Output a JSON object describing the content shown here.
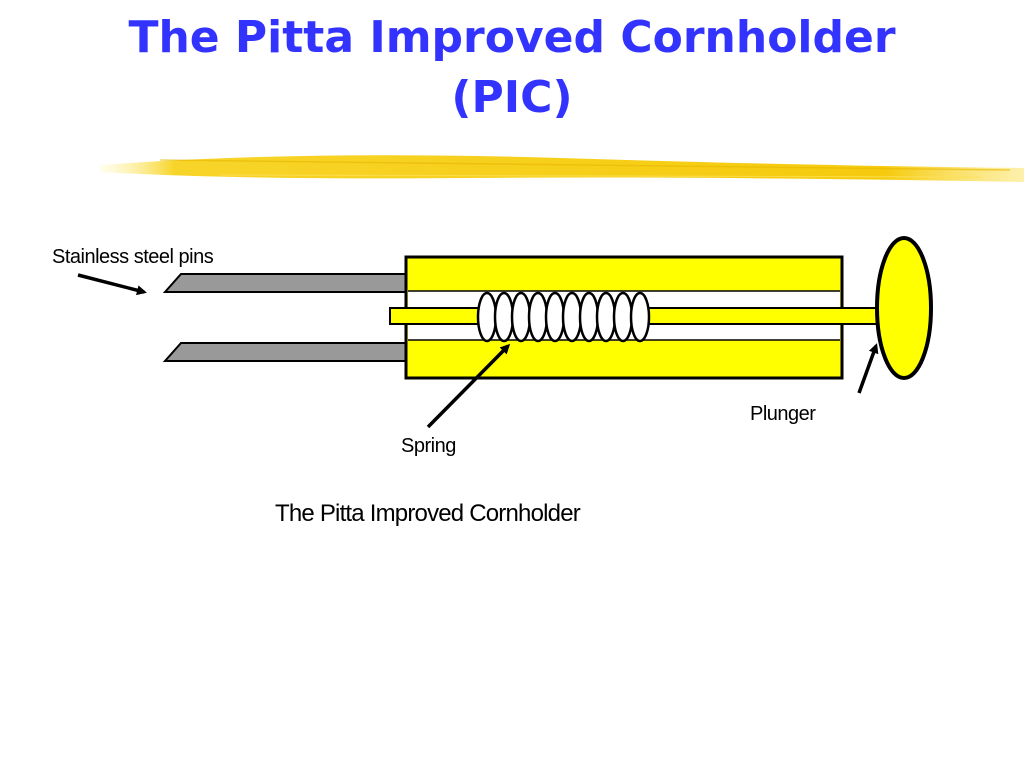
{
  "title": {
    "line1": "The Pitta Improved Cornholder",
    "line2": "(PIC)"
  },
  "labels": {
    "pins": "Stainless steel pins",
    "spring": "Spring",
    "plunger": "Plunger",
    "caption": "The Pitta Improved Cornholder"
  },
  "colors": {
    "title": "#3333ff",
    "body": "#ffff00",
    "pins": "#999999",
    "divider_line": "#f5c800",
    "outline": "#000000"
  }
}
